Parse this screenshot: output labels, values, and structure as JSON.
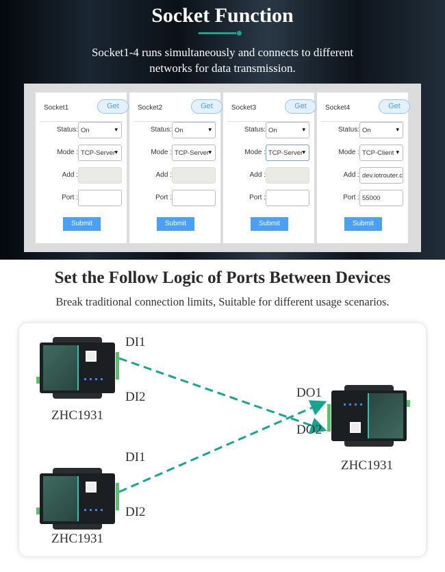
{
  "header": {
    "title": "Socket Function",
    "subtitle_line1": "Socket1-4 runs simultaneously and connects to different",
    "subtitle_line2": "networks for data transmission."
  },
  "labels": {
    "status": "Status:",
    "mode": "Mode :",
    "add": "Add :",
    "port": "Port :",
    "get": "Get",
    "submit": "Submit"
  },
  "sockets": [
    {
      "name": "Socket1",
      "status": "On",
      "mode": "TCP-Server",
      "add": "",
      "port": ""
    },
    {
      "name": "Socket2",
      "status": "On",
      "mode": "TCP-Server",
      "add": "",
      "port": ""
    },
    {
      "name": "Socket3",
      "status": "On",
      "mode": "TCP-Server",
      "add": "",
      "port": ""
    },
    {
      "name": "Socket4",
      "status": "On",
      "mode": "TCP-Client",
      "add": "dev.iotrouter.com",
      "port": "55000"
    }
  ],
  "section2": {
    "title": "Set the Follow Logic of Ports Between Devices",
    "subtitle": "Break traditional connection limits, Suitable for different usage scenarios."
  },
  "diagram": {
    "device_model": "ZHC1931",
    "di1": "DI1",
    "di2": "DI2",
    "do1": "DO1",
    "do2": "DO2",
    "line_color": "#17a58f"
  }
}
